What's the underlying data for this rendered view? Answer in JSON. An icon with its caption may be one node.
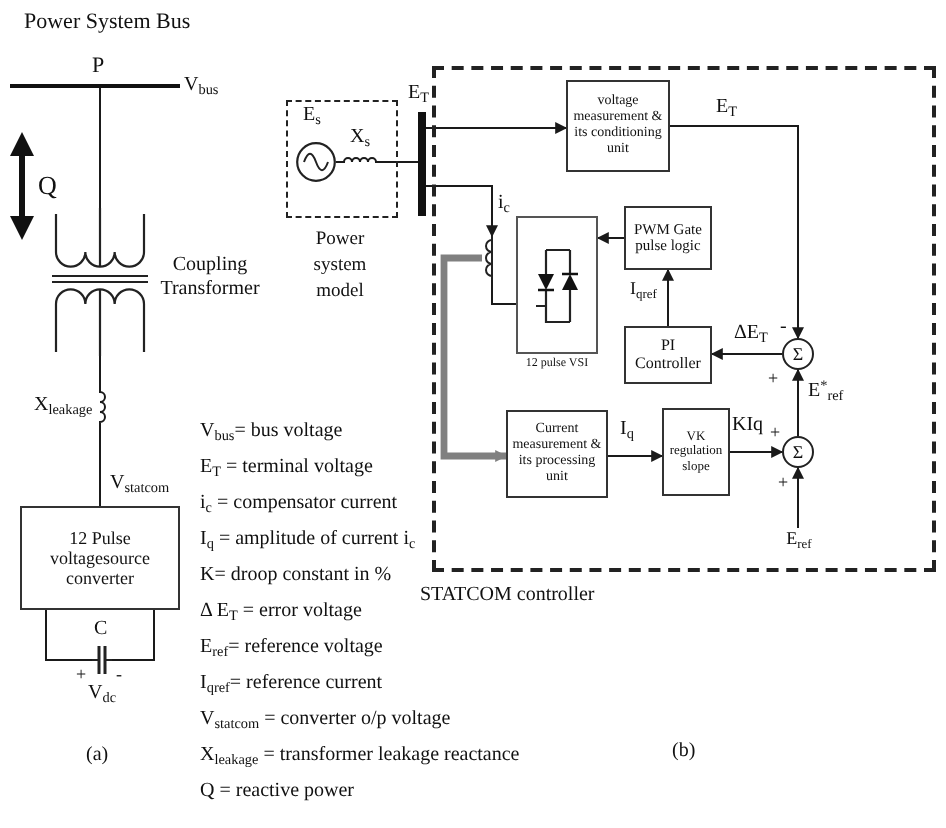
{
  "diagram": {
    "nodes": [
      {
        "text": [],
        "shape": "bar",
        "beside": [
          "Power System Bus",
          "P",
          "V$_{bus}$"
        ]
      },
      {
        "text": [],
        "shape": "picture",
        "beside": [
          "Coupling Transformer"
        ]
      },
      {
        "text": [
          "12 Pulse voltagesource converter"
        ]
      },
      {
        "text": [],
        "shape": "picture",
        "beside": [
          "C",
          "+",
          "-",
          "V$_{dc}$"
        ]
      },
      {
        "text": [],
        "shape": "box",
        "beside": [
          "Power system model"
        ]
      },
      {
        "text": [],
        "shape": "circle",
        "in": 4,
        "beside": [
          "E$_{s}$"
        ]
      },
      {
        "text": [],
        "shape": "bar",
        "beside": [
          "E$_{T}$"
        ]
      },
      {
        "text": [],
        "shape": "box",
        "beside": [
          "STATCOM controller"
        ]
      },
      {
        "text": [
          "voltage measurement & its conditioning unit"
        ],
        "in": 7
      },
      {
        "text": [],
        "shape": "box",
        "in": 7,
        "beside": [
          "12 pulse VSI"
        ]
      },
      {
        "text": [
          "PWM Gate pulse logic"
        ],
        "in": 7
      },
      {
        "text": [
          "PI Controller"
        ],
        "in": 7
      },
      {
        "text": [
          "Σ"
        ],
        "in": 7
      },
      {
        "text": [
          "Current measurement & its processing unit"
        ],
        "in": 7
      },
      {
        "text": [
          "VK regulation slope"
        ],
        "in": 7
      },
      {
        "text": [
          "Σ"
        ],
        "in": 7
      },
      {
        "text": [],
        "shape": "picture",
        "in": 7
      },
      {
        "text": [
          "E$_{ref}$"
        ],
        "in": 7
      }
    ],
    "edges": [
      {
        "from": 0,
        "to": 1,
        "arrow": "none"
      },
      {
        "from": 1,
        "to": 2,
        "arrow": "none",
        "label": "X$_{leakage}$"
      },
      {
        "from": 2,
        "to": 3,
        "arrow": "none"
      },
      {
        "from": 2,
        "to": 3,
        "arrow": "none"
      },
      {
        "from": 5,
        "to": 6,
        "arrow": "none",
        "label": "X$_{s}$"
      },
      {
        "from": 6,
        "to": 8,
        "arrow": "to"
      },
      {
        "from": 8,
        "to": 12,
        "arrow": "to",
        "label": "E$_{T}$"
      },
      {
        "from": 6,
        "to": 16,
        "arrow": "to",
        "label": "i$_{c}$"
      },
      {
        "from": 16,
        "to": 9,
        "arrow": "none"
      },
      {
        "from": 16,
        "to": 13,
        "arrow": "to",
        "style": "thick",
        "color": "#808080"
      },
      {
        "from": 10,
        "to": 9,
        "arrow": "to"
      },
      {
        "from": 11,
        "to": 10,
        "arrow": "to",
        "label": "I$_{qref}$"
      },
      {
        "from": 12,
        "to": 11,
        "arrow": "to",
        "label": "ΔE$_{T}$"
      },
      {
        "from": 15,
        "to": 12,
        "arrow": "to",
        "label": "E$^{*}$$_{ref}$"
      },
      {
        "from": 13,
        "to": 14,
        "arrow": "to",
        "label": "I$_{q}$"
      },
      {
        "from": 14,
        "to": 15,
        "arrow": "to",
        "label": "KIq"
      },
      {
        "from": 17,
        "to": 15,
        "arrow": "to"
      }
    ],
    "labels": [
      "Q",
      "V$_{statcom}$",
      "V$_{bus}$= bus voltage",
      "E$_{T}$ = terminal voltage",
      "i$_{c}$ = compensator current",
      "I$_{q}$ = amplitude of current i$_{c}$",
      "K= droop constant in %",
      "Δ E$_{T}$ = error voltage",
      "E$_{ref}$= reference voltage",
      "I$_{qref}$= reference current",
      "V$_{statcom}$ = converter o/p voltage",
      "X$_{leakage}$ = transformer leakage reactance",
      "Q = reactive power",
      "(a)",
      "-",
      "+",
      "+",
      "+",
      "(b)"
    ]
  }
}
